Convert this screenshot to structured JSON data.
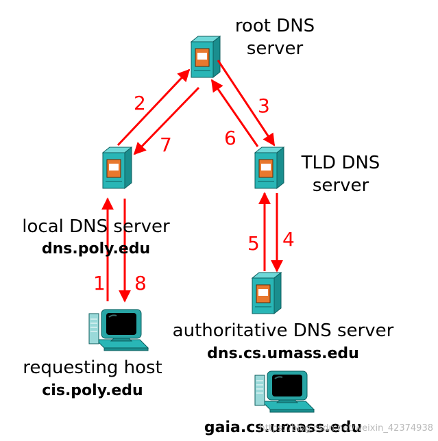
{
  "nodes": {
    "root": {
      "line1": "root DNS",
      "line2": "server",
      "icon": "server-icon"
    },
    "tld": {
      "line1": "TLD DNS",
      "line2": "server",
      "icon": "server-icon"
    },
    "local": {
      "label": "local DNS server",
      "host": "dns.poly.edu",
      "icon": "server-icon"
    },
    "authoritative": {
      "label": "authoritative DNS server",
      "host": "dns.cs.umass.edu",
      "icon": "server-icon"
    },
    "requesting": {
      "label": "requesting host",
      "host": "cis.poly.edu",
      "icon": "computer-icon"
    },
    "target": {
      "host": "gaia.cs.umass.edu",
      "icon": "computer-icon"
    }
  },
  "steps": [
    "1",
    "2",
    "3",
    "4",
    "5",
    "6",
    "7",
    "8"
  ],
  "colors": {
    "arrow": "#ff0000",
    "server_body": "#29b6b6",
    "server_top": "#6fd8d8",
    "server_side": "#1a8e8e",
    "server_panel": "#e8782e",
    "monitor_body": "#28a5a5",
    "screen": "#000000"
  },
  "watermark": "https://blog.csdn.net/weixin_42374938"
}
